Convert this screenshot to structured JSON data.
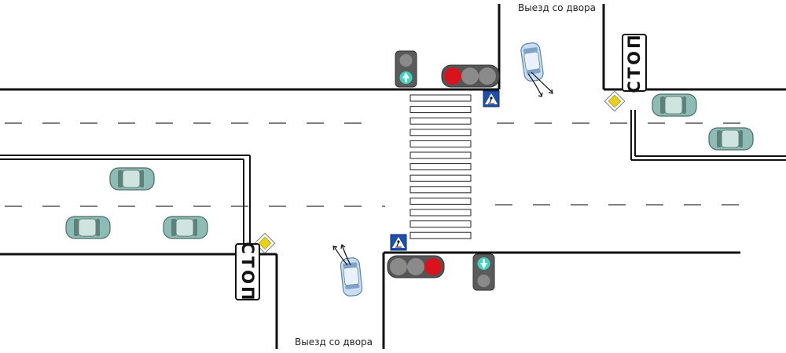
{
  "labels": {
    "exit_top": "Выезд со двора",
    "exit_bottom": "Выезд со двора",
    "stop_top": "СТОП",
    "stop_bottom": "СТОП"
  },
  "traffic_lights": {
    "top_main": [
      "red",
      "off",
      "off"
    ],
    "bottom_main": [
      "off",
      "off",
      "red"
    ],
    "top_pedestrian": "green",
    "bottom_pedestrian": "green"
  },
  "colors": {
    "red_light": "#d9121d",
    "off_light": "#8a8a8a",
    "ped_green": "#3fd3c0",
    "car_body": "#8cbcb4",
    "crosswalk_sign": "#1f4fae",
    "priority_sign": "#e8d11a"
  }
}
